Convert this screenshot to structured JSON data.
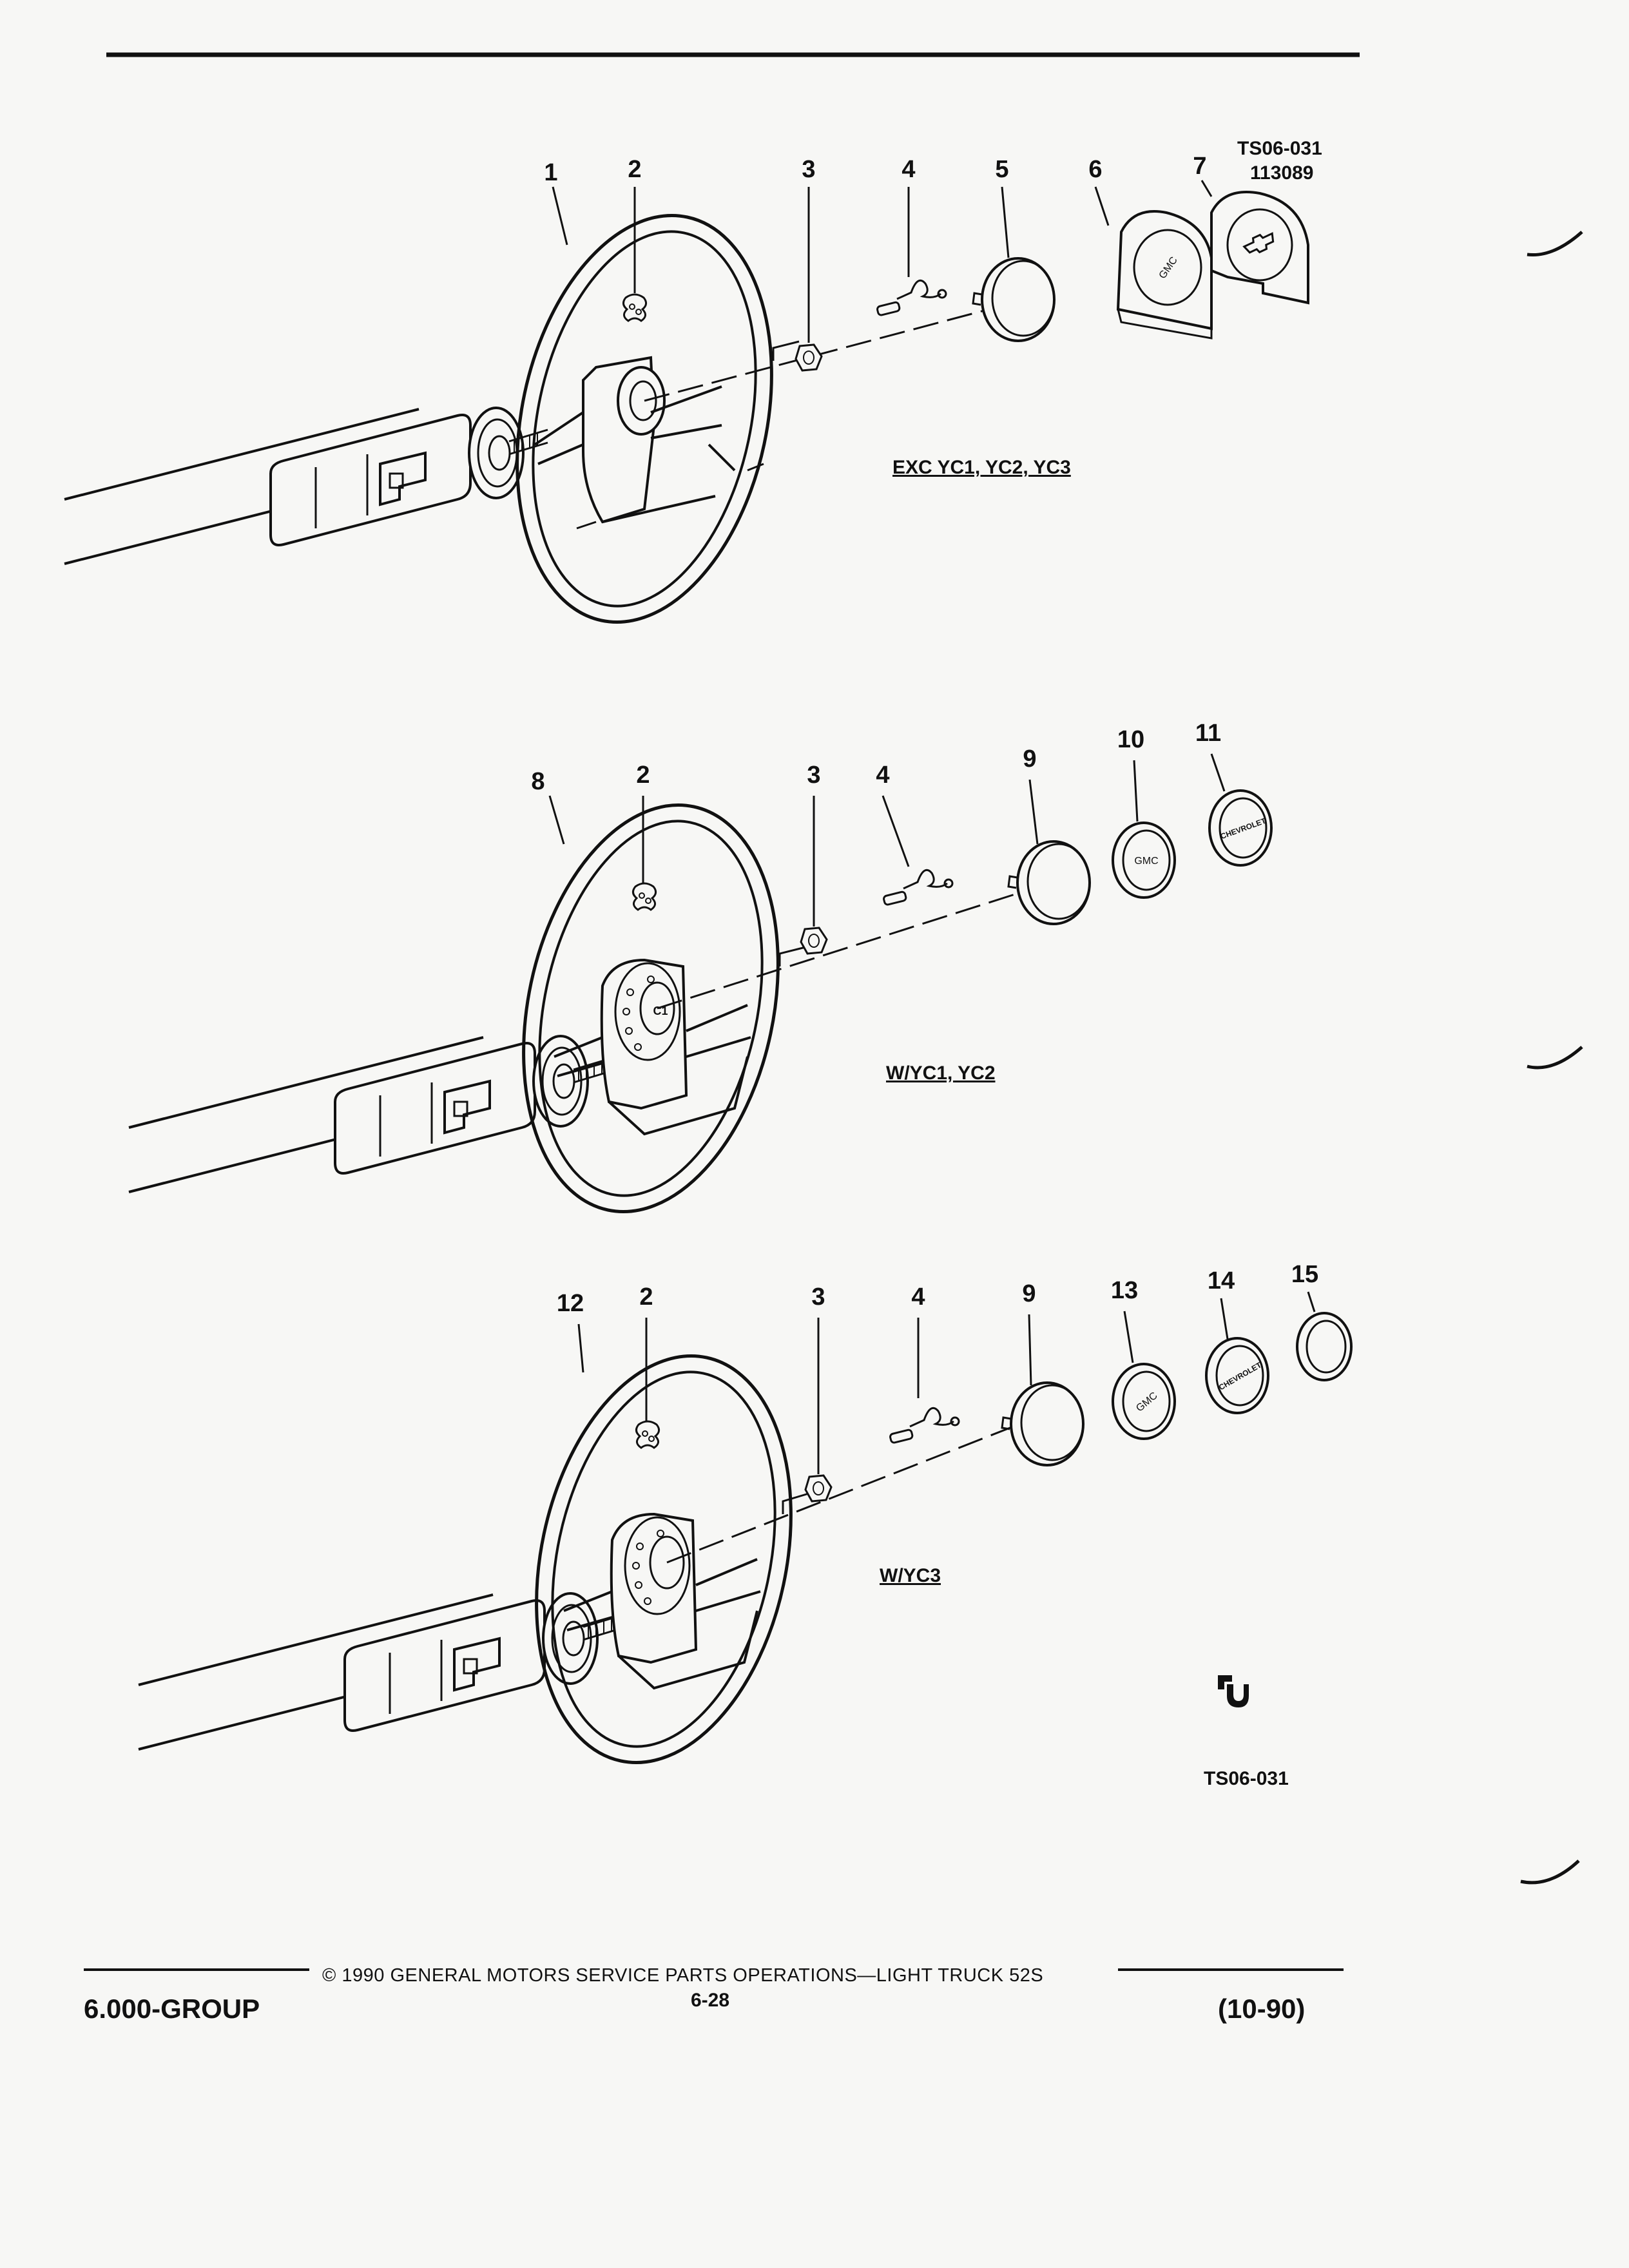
{
  "reference_codes": {
    "top_line1": "TS06-031",
    "top_line2": "113089",
    "bottom": "TS06-031"
  },
  "views": [
    {
      "condition": "EXC YC1, YC2, YC3",
      "callouts": [
        "1",
        "2",
        "3",
        "4",
        "5",
        "6",
        "7"
      ],
      "brand_text": {
        "cover": "GMC"
      }
    },
    {
      "condition": "W/YC1, YC2",
      "callouts": [
        "8",
        "2",
        "3",
        "4",
        "9",
        "10",
        "11"
      ],
      "brand_text": {
        "cap_a": "GMC",
        "cap_b": "CHEVROLET"
      }
    },
    {
      "condition": "W/YC3",
      "callouts": [
        "12",
        "2",
        "3",
        "4",
        "9",
        "13",
        "14",
        "15"
      ],
      "brand_text": {
        "cap_a": "GMC",
        "cap_b": "CHEVROLET"
      }
    }
  ],
  "footer": {
    "group": "6.000-GROUP",
    "copyright": "© 1990  GENERAL MOTORS SERVICE PARTS OPERATIONS—LIGHT TRUCK 52S",
    "page": "6-28",
    "date": "(10-90)"
  },
  "colors": {
    "ink": "#111111",
    "paper": "#f7f7f5"
  },
  "icons": [
    "bowtie-icon",
    "gmspo-logo-icon"
  ]
}
